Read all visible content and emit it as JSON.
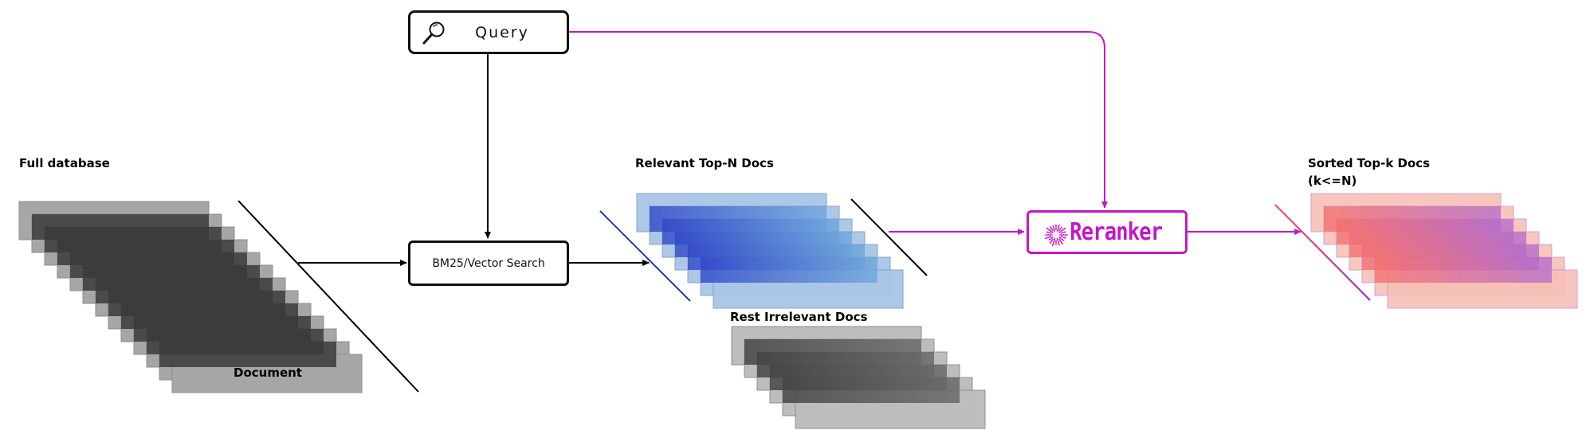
{
  "labels": {
    "full_database": "Full database",
    "document": "Document",
    "relevant": "Relevant Top-N Docs",
    "irrelevant": "Rest Irrelevant Docs",
    "sorted_line1": "Sorted Top-k Docs",
    "sorted_line2": "(k<=N)"
  },
  "query_box": {
    "label": "Query",
    "icon": "magnifier-icon"
  },
  "search_box": {
    "label": "BM25/Vector Search"
  },
  "reranker_box": {
    "label": "Reranker",
    "icon": "burst-icon"
  },
  "colors": {
    "line": "#000000",
    "magenta": "#c218c6",
    "doc_gray_dark": "#3d3d3d",
    "doc_gray_light": "#bdbdbd",
    "relevant_blue_light": "#a9c6e6",
    "relevant_blue_dark": "#2f46c8",
    "sorted_pink": "#f7b3a8",
    "sorted_purple": "#b070c8"
  }
}
